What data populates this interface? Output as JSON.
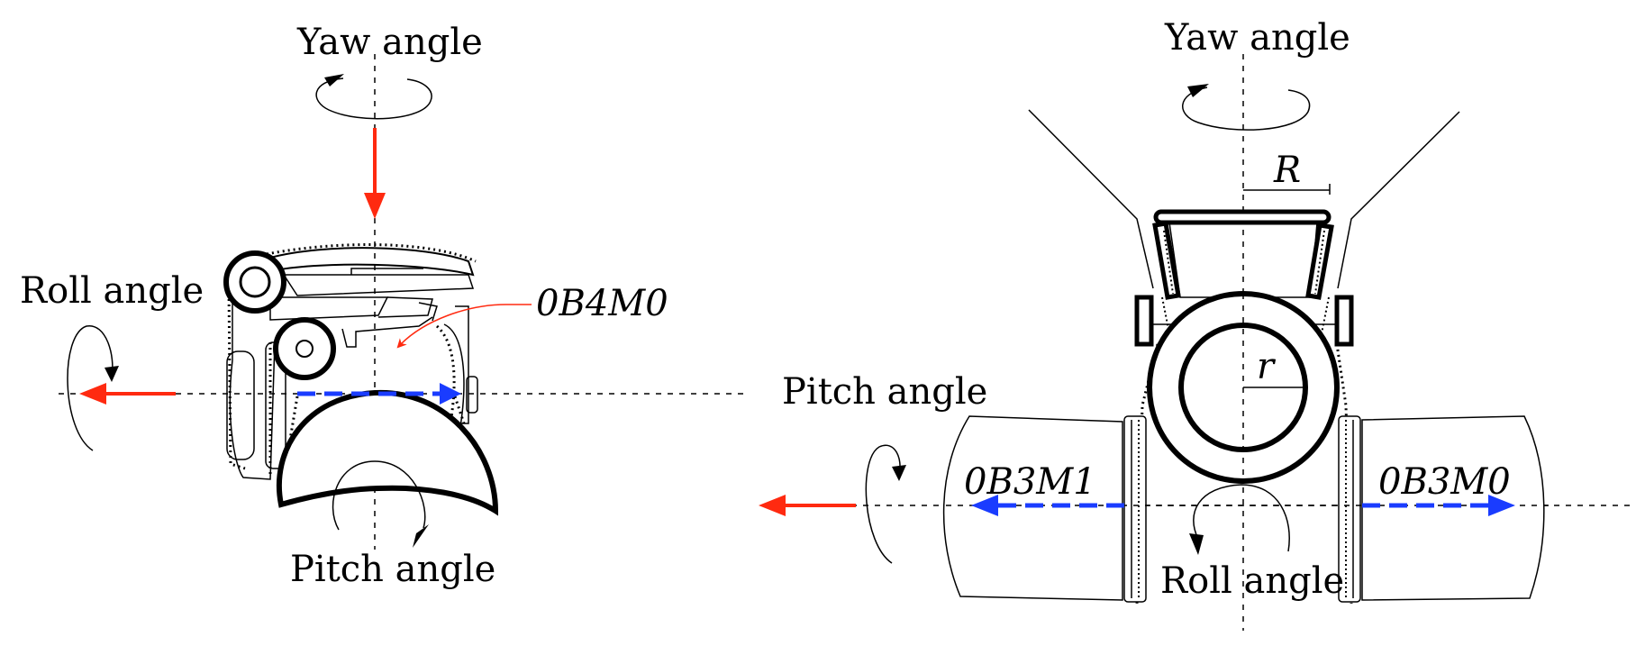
{
  "left_view": {
    "yaw_label": "Yaw angle",
    "roll_label": "Roll angle",
    "pitch_label": "Pitch angle",
    "component_label": "0B4M0"
  },
  "right_view": {
    "yaw_label": "Yaw angle",
    "pitch_label": "Pitch angle",
    "roll_label": "Roll angle",
    "left_wheel_label": "0B3M1",
    "right_wheel_label": "0B3M0",
    "outer_radius_label": "R",
    "inner_radius_label": "r"
  },
  "colors": {
    "force_arrow": "#ff2a10",
    "axis_arrow": "#1a3cff",
    "stroke": "#000000"
  }
}
